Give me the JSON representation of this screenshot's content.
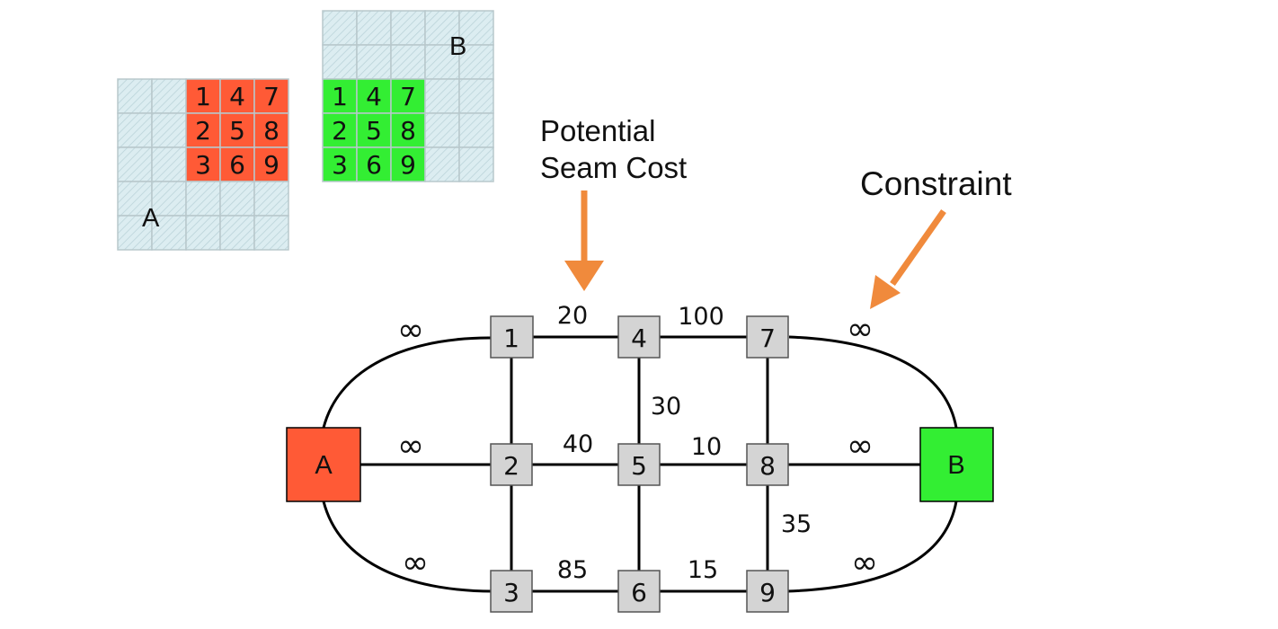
{
  "patch_a": {
    "label": "A",
    "color": "#ff5a36",
    "pixels": [
      [
        "1",
        "4",
        "7"
      ],
      [
        "2",
        "5",
        "8"
      ],
      [
        "3",
        "6",
        "9"
      ]
    ]
  },
  "patch_b": {
    "label": "B",
    "color": "#33ee33",
    "pixels": [
      [
        "1",
        "4",
        "7"
      ],
      [
        "2",
        "5",
        "8"
      ],
      [
        "3",
        "6",
        "9"
      ]
    ]
  },
  "grid_fill": "#d9ecf0",
  "annotations": {
    "seam_cost": {
      "line1": "Potential",
      "line2": "Seam Cost"
    },
    "constraint": "Constraint",
    "arrow_color": "#f08a3c"
  },
  "graph": {
    "terminal_a": {
      "label": "A",
      "color": "#ff5a36"
    },
    "terminal_b": {
      "label": "B",
      "color": "#33ee33"
    },
    "node_color": "#d4d4d4",
    "nodes": [
      "1",
      "2",
      "3",
      "4",
      "5",
      "6",
      "7",
      "8",
      "9"
    ],
    "edges": [
      {
        "from": "1",
        "to": "4",
        "weight": "20"
      },
      {
        "from": "4",
        "to": "7",
        "weight": "100"
      },
      {
        "from": "4",
        "to": "5",
        "weight": "30"
      },
      {
        "from": "2",
        "to": "5",
        "weight": "40"
      },
      {
        "from": "5",
        "to": "8",
        "weight": "10"
      },
      {
        "from": "8",
        "to": "9",
        "weight": "35"
      },
      {
        "from": "3",
        "to": "6",
        "weight": "85"
      },
      {
        "from": "6",
        "to": "9",
        "weight": "15"
      },
      {
        "from": "1",
        "to": "2",
        "weight": ""
      },
      {
        "from": "2",
        "to": "3",
        "weight": ""
      },
      {
        "from": "5",
        "to": "6",
        "weight": ""
      },
      {
        "from": "7",
        "to": "8",
        "weight": ""
      }
    ],
    "terminal_edges": [
      {
        "from": "A",
        "to": "1",
        "weight": "∞"
      },
      {
        "from": "A",
        "to": "2",
        "weight": "∞"
      },
      {
        "from": "A",
        "to": "3",
        "weight": "∞"
      },
      {
        "from": "7",
        "to": "B",
        "weight": "∞"
      },
      {
        "from": "8",
        "to": "B",
        "weight": "∞"
      },
      {
        "from": "9",
        "to": "B",
        "weight": "∞"
      }
    ]
  }
}
